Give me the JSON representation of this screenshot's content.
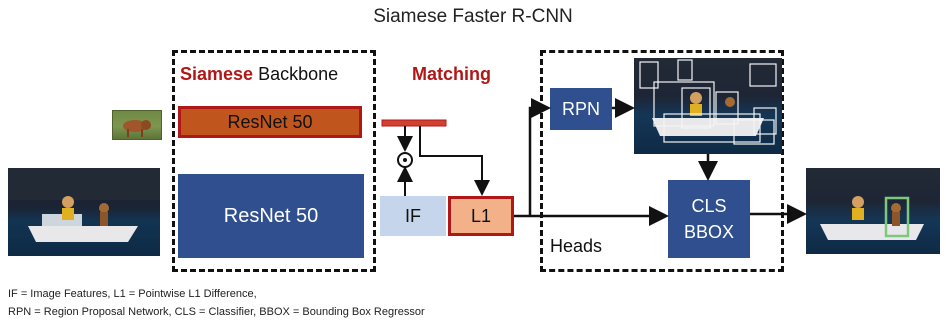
{
  "title": "Siamese Faster R-CNN",
  "backbone": {
    "label_highlight": "Siamese",
    "label_rest": "Backbone",
    "query_block": "ResNet 50",
    "image_block": "ResNet 50"
  },
  "matching": {
    "label": "Matching",
    "operator_symbol": "⊙",
    "if_block": "IF",
    "l1_block": "L1"
  },
  "heads": {
    "label": "Heads",
    "rpn_block": "RPN",
    "cls_block_line1": "CLS",
    "cls_block_line2": "BBOX"
  },
  "legend": {
    "line1": "IF = Image Features, L1 = Pointwise L1 Difference,",
    "line2": "RPN = Region Proposal Network, CLS = Classifier, BBOX = Bounding Box Regressor"
  },
  "colors": {
    "accent_red": "#b01818",
    "query_fill": "#c0561e",
    "blue_block": "#2f4f8e",
    "if_fill": "#c5d5ec",
    "l1_fill": "#f2b189",
    "match_box": "#7ec87e"
  }
}
